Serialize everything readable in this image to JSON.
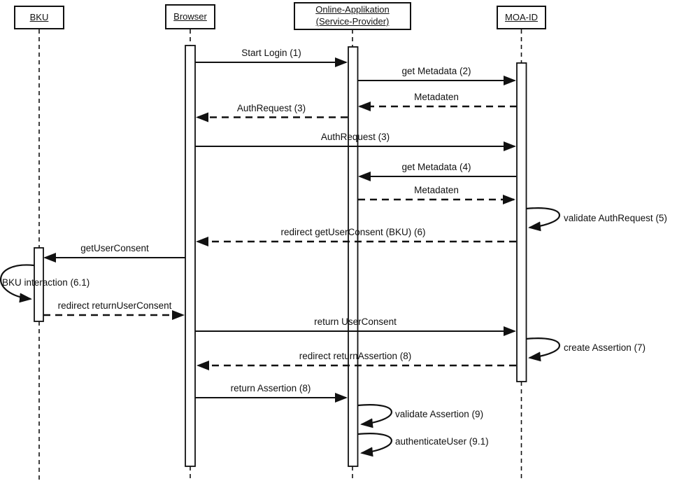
{
  "diagram": {
    "type": "uml-sequence-diagram",
    "background_color": "#ffffff",
    "line_color": "#111111"
  },
  "participants": [
    {
      "label": "BKU"
    },
    {
      "label": "Browser"
    },
    {
      "label": "Online-Applikation (Service-Provider)"
    },
    {
      "label": "MOA-ID"
    }
  ],
  "messages": [
    {
      "label": "Start Login (1)",
      "from": "Browser",
      "to": "Online-Applikation (Service-Provider)",
      "line": "solid"
    },
    {
      "label": "get Metadata (2)",
      "from": "Online-Applikation (Service-Provider)",
      "to": "MOA-ID",
      "line": "solid"
    },
    {
      "label": "Metadaten",
      "from": "MOA-ID",
      "to": "Online-Applikation (Service-Provider)",
      "line": "dashed"
    },
    {
      "label": "AuthRequest (3)",
      "from": "Online-Applikation (Service-Provider)",
      "to": "Browser",
      "line": "dashed"
    },
    {
      "label": "AuthRequest (3)",
      "from": "Browser",
      "to": "MOA-ID",
      "line": "solid"
    },
    {
      "label": "get Metadata (4)",
      "from": "MOA-ID",
      "to": "Online-Applikation (Service-Provider)",
      "line": "solid"
    },
    {
      "label": "Metadaten",
      "from": "Online-Applikation (Service-Provider)",
      "to": "MOA-ID",
      "line": "dashed"
    },
    {
      "label": "validate AuthRequest (5)",
      "from": "MOA-ID",
      "to": "MOA-ID",
      "line": "self"
    },
    {
      "label": "redirect getUserConsent (BKU) (6)",
      "from": "MOA-ID",
      "to": "Browser",
      "line": "dashed"
    },
    {
      "label": "getUserConsent",
      "from": "Browser",
      "to": "BKU",
      "line": "solid"
    },
    {
      "label": "BKU interaction (6.1)",
      "from": "BKU",
      "to": "BKU",
      "line": "self"
    },
    {
      "label": "redirect returnUserConsent",
      "from": "BKU",
      "to": "Browser",
      "line": "dashed"
    },
    {
      "label": "return UserConsent",
      "from": "Browser",
      "to": "MOA-ID",
      "line": "solid"
    },
    {
      "label": "create Assertion (7)",
      "from": "MOA-ID",
      "to": "MOA-ID",
      "line": "self"
    },
    {
      "label": "redirect returnAssertion (8)",
      "from": "MOA-ID",
      "to": "Browser",
      "line": "dashed"
    },
    {
      "label": "return Assertion (8)",
      "from": "Browser",
      "to": "Online-Applikation (Service-Provider)",
      "line": "solid"
    },
    {
      "label": "validate Assertion (9)",
      "from": "Online-Applikation (Service-Provider)",
      "to": "Online-Applikation (Service-Provider)",
      "line": "self"
    },
    {
      "label": "authenticateUser (9.1)",
      "from": "Online-Applikation (Service-Provider)",
      "to": "Online-Applikation (Service-Provider)",
      "line": "self"
    }
  ]
}
